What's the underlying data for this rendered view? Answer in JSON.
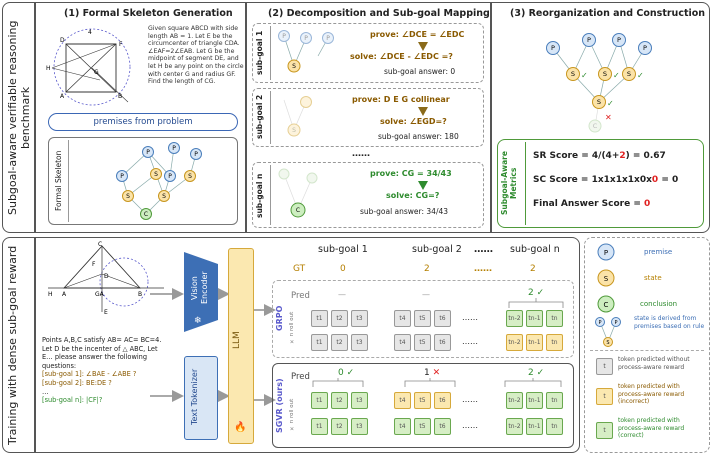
{
  "left_label_top": "Subgoal-aware verifiable reasoning benchmark",
  "left_label_bottom": "Training with dense sub-goal reward",
  "panel1": {
    "title": "(1) Formal Skeleton Generation",
    "problem_text": "Given square ABCD with side length AB = 1. Let E be the circumcenter of triangle CDA. ∠EAF=2∠EAB. Let G be the midpoint of segment DE, and let H be any point on the circle with center G and radius GF. Find the length of CG.",
    "premises_button": "premises from problem",
    "skeleton_label": "Formal Skeleton"
  },
  "panel2": {
    "title": "(2) Decomposition and Sub-goal Mapping",
    "sub1": {
      "label": "sub-goal 1",
      "prove": "prove: ∠DCE = ∠EDC",
      "solve": "solve: ∠DCE - ∠EDC =?",
      "answer": "sub-goal answer: 0"
    },
    "sub2": {
      "label": "sub-goal 2",
      "prove": "prove: D E G collinear",
      "solve": "solve: ∠EGD=?",
      "answer": "sub-goal answer: 180"
    },
    "ellipsis": "……",
    "subn": {
      "label": "sub-goal n",
      "prove": "prove: CG = 34/43",
      "solve": "solve: CG=?",
      "answer": "sub-goal answer: 34/43"
    }
  },
  "panel3": {
    "title": "(3) Reorganization and Construction",
    "metrics_label": "Subgoal-Aware Metrics",
    "sr_prefix": "SR Score = 4/(4+",
    "sr_red": "2",
    "sr_suffix": ") = 0.67",
    "sc_prefix": "SC Score = 1x1x1x1x0x",
    "sc_red": "0",
    "sc_suffix": " = 0",
    "fa_prefix": "Final Answer Score = ",
    "fa_red": "0"
  },
  "bottom": {
    "problem_lines": [
      "Points A,B,C satisfy AB= AC= BC=4.",
      "Let D be the incenter of △ ABC, Let",
      "E… please answer the following",
      "questions:"
    ],
    "q1_tag": "[sub-goal 1]:",
    "q1_text": "∠BAE - ∠ABE ?",
    "q2_tag": "[sub-goal 2]:",
    "q2_text": "BE:DE ?",
    "q_dots": "…",
    "qn_tag": "[sub-goal n]:",
    "qn_text": "|CF|?",
    "vision_encoder": "Vision Encoder",
    "text_tokenizer": "Text Tokenizer",
    "llm": "LLM",
    "col_headers": [
      "sub-goal 1",
      "sub-goal 2",
      "……",
      "sub-goal n"
    ],
    "gt_label": "GT",
    "gt_values": [
      "0",
      "2",
      "……",
      "2"
    ],
    "grpo_label": "GRPO",
    "sgvr_label": "SGVR (ours)",
    "pred_label": "Pred",
    "rollout_label": "× n roll out",
    "grpo_pred_last": "2",
    "sgvr_pred": [
      "0",
      "1",
      "2"
    ],
    "tokens_row": [
      "t1",
      "t2",
      "t3",
      "t4",
      "t5",
      "t6",
      "tn-2",
      "tn-1",
      "tn"
    ],
    "dots": "……"
  },
  "legend": {
    "premise": "premise",
    "state": "state",
    "conclusion": "conclusion",
    "derived": "state is derived from premises based on rule",
    "gray_tok": "token predicted without process-aware reward",
    "yellow_tok": "token predicted with process-aware reward (incorrect)",
    "green_tok": "token predicted with process-aware reward (correct)",
    "t": "t"
  },
  "colors": {
    "premise": "#d7e6f7",
    "premise_border": "#4a7ebb",
    "state": "#fbe3a8",
    "state_border": "#c8961e",
    "conclusion": "#cdeec0",
    "conclusion_border": "#4f9a3a",
    "red": "#e02020",
    "green": "#2e8b2e"
  }
}
